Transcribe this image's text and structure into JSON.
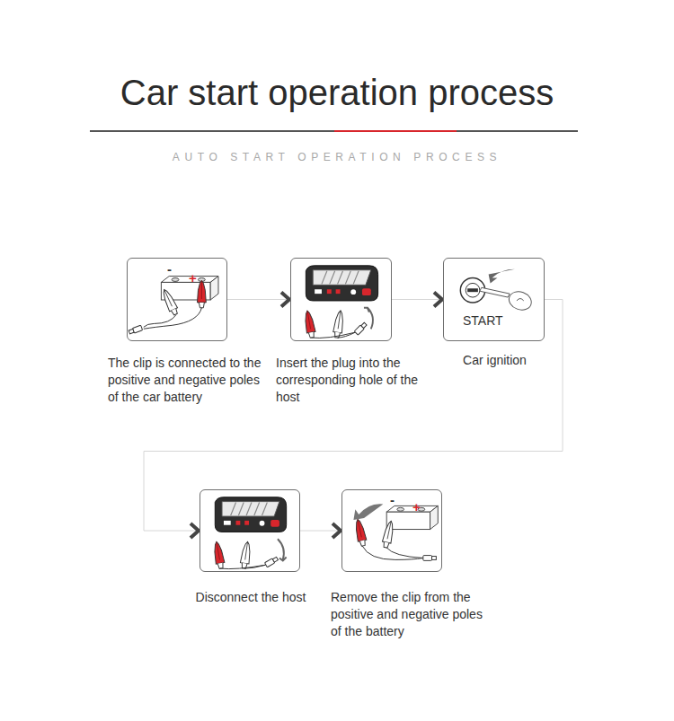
{
  "diagram": {
    "title": "Car start operation process",
    "nodes": [
      {
        "text": [
          "The clip is connected to the positive and negative poles of the car battery"
        ]
      },
      {
        "text": [
          "Insert the plug into the corresponding hole of the host"
        ]
      },
      {
        "text": [
          "Car ignition"
        ]
      },
      {
        "text": [
          "Disconnect the host"
        ]
      },
      {
        "text": [
          "Remove the clip from the positive and negative poles of the battery"
        ]
      }
    ],
    "edges": [
      {
        "from": 0,
        "to": 1,
        "arrow": "to"
      },
      {
        "from": 1,
        "to": 2,
        "arrow": "to"
      },
      {
        "from": 2,
        "to": 3,
        "arrow": "to"
      },
      {
        "from": 3,
        "to": 4,
        "arrow": "to"
      }
    ],
    "labels": [
      "AUTO START OPERATION PROCESS",
      "-",
      "+",
      "START",
      "-",
      "+"
    ]
  }
}
